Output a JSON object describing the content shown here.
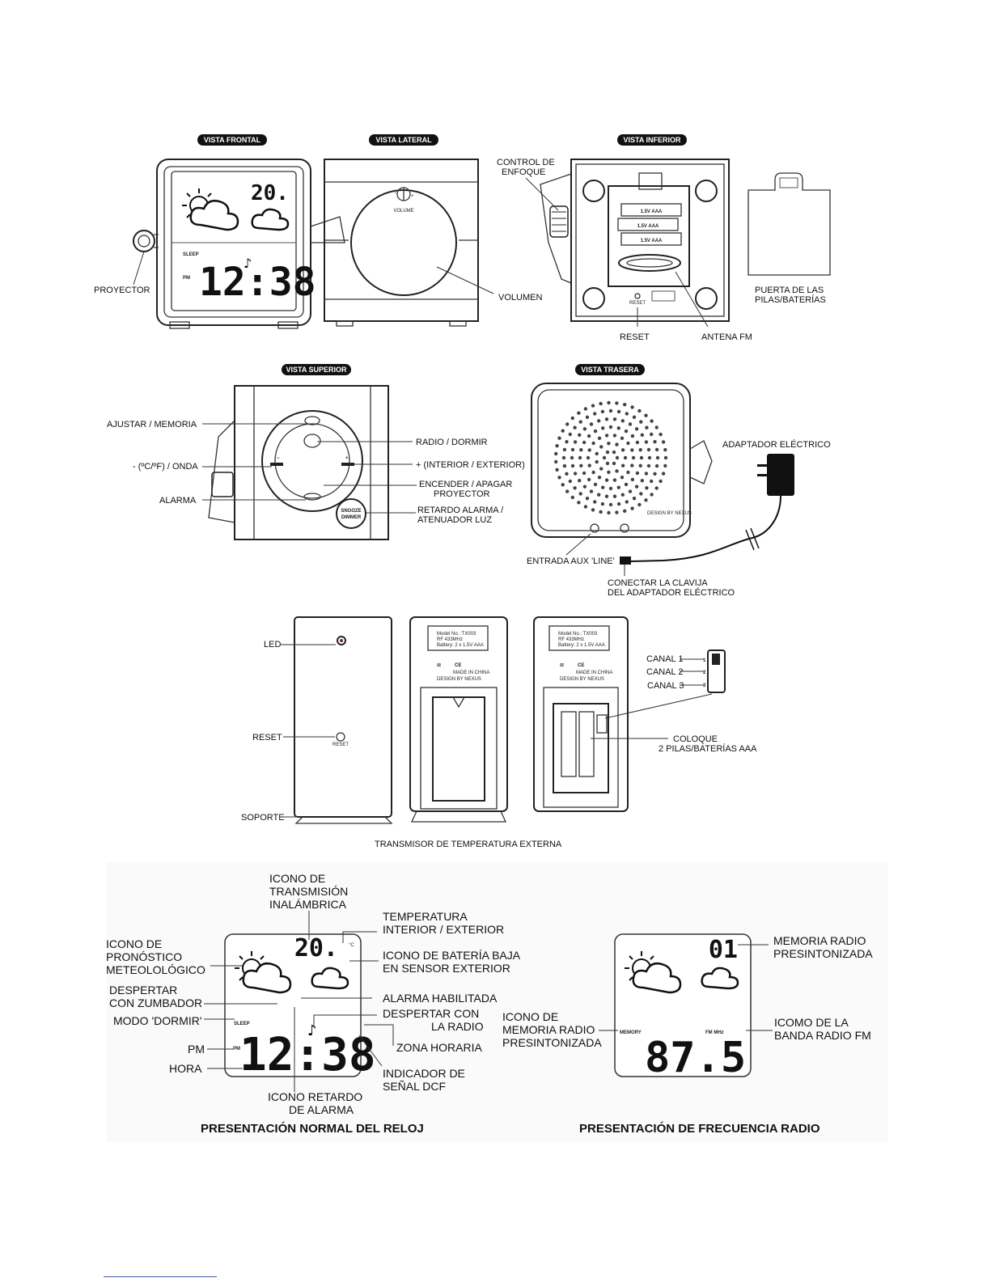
{
  "views": {
    "front": "VISTA FRONTAL",
    "side": "VISTA LATERAL",
    "bottom": "VISTA INFERIOR",
    "top": "VISTA SUPERIOR",
    "back": "VISTA TRASERA"
  },
  "front_labels": {
    "projector": "PROYECTOR"
  },
  "side_labels": {
    "volume": "VOLUMEN",
    "volume_knob": "VOLUME"
  },
  "bottom_labels": {
    "focus_1": "CONTROL DE",
    "focus_2": "ENFOQUE",
    "reset": "RESET",
    "fm_antenna": "ANTENA FM",
    "battery_door_1": "PUERTA DE LAS",
    "battery_door_2": "PILAS/BATERÍAS",
    "battery": "1.5V AAA"
  },
  "top_labels": {
    "set_memory": "AJUSTAR / MEMORIA",
    "unit_wave": "- (ºC/ºF) / ONDA",
    "alarm": "ALARMA",
    "radio_sleep": "RADIO / DORMIR",
    "plus": "+ (INTERIOR / EXTERIOR)",
    "projector_1": "ENCENDER / APAGAR",
    "projector_2": "PROYECTOR",
    "snooze_1": "RETARDO ALARMA /",
    "snooze_2": "ATENUADOR LUZ",
    "snooze_btn_1": "SNOOZE",
    "snooze_btn_2": "DIMMER"
  },
  "back_labels": {
    "adapter": "ADAPTADOR ELÉCTRICO",
    "aux": "ENTRADA AUX 'LINE'",
    "plug_1": "CONECTAR LA CLAVIJA",
    "plug_2": "DEL ADAPTADOR ELÉCTRICO",
    "design": "DESIGN BY NEXUS"
  },
  "transmitter": {
    "led": "LED",
    "reset": "RESET",
    "stand": "SOPORTE",
    "channel_1": "CANAL 1",
    "channel_2": "CANAL 2",
    "channel_3": "CANAL 3",
    "insert_1": "COLOQUE",
    "insert_2": "2 PILAS/BATERÍAS AAA",
    "caption": "TRANSMISOR DE TEMPERATURA EXTERNA",
    "model_1": "Model No.: TX003",
    "model_2": "RF 433MHz",
    "model_3": "Battery: 2 x 1.5V AAA",
    "made_in": "MADE IN CHINA",
    "design": "DESIGN BY NEXUS"
  },
  "clock_display": {
    "temp": "20.",
    "time": "12:38",
    "pm": "PM",
    "sleep": "SLEEP"
  },
  "radio_display": {
    "preset": "01",
    "freq": "87.5",
    "memory": "MEMORY",
    "band": "FM MHz"
  },
  "legend_left": {
    "wireless_1": "ICONO DE",
    "wireless_2": "TRANSMISIÓN",
    "wireless_3": "INALÁMBRICA",
    "temp_1": "TEMPERATURA",
    "temp_2": "INTERIOR / EXTERIOR",
    "forecast_1": "ICONO DE",
    "forecast_2": "PRONÓSTICO",
    "forecast_3": "METEOLOLÓGICO",
    "lowbat_1": "ICONO DE BATERÍA BAJA",
    "lowbat_2": "EN SENSOR EXTERIOR",
    "buzzer_1": "DESPERTAR",
    "buzzer_2": "CON ZUMBADOR",
    "alarm_on": "ALARMA HABILITADA",
    "sleep_mode": "MODO 'DORMIR'",
    "radio_wake_1": "DESPERTAR CON",
    "radio_wake_2": "LA RADIO",
    "timezone": "ZONA HORARIA",
    "pm": "PM",
    "hour": "HORA",
    "dcf_1": "INDICADOR DE",
    "dcf_2": "SEÑAL DCF",
    "snooze_1": "ICONO  RETARDO",
    "snooze_2": "DE ALARMA",
    "caption": "PRESENTACIÓN NORMAL DEL RELOJ"
  },
  "legend_right": {
    "memory_1": "MEMORIA RADIO",
    "memory_2": "PRESINTONIZADA",
    "icon_mem_1": "ICONO DE",
    "icon_mem_2": "MEMORIA RADIO",
    "icon_mem_3": "PRESINTONIZADA",
    "band_1": "ICOMO DE LA",
    "band_2": "BANDA RADIO FM",
    "caption": "PRESENTACIÓN DE FRECUENCIA RADIO"
  }
}
